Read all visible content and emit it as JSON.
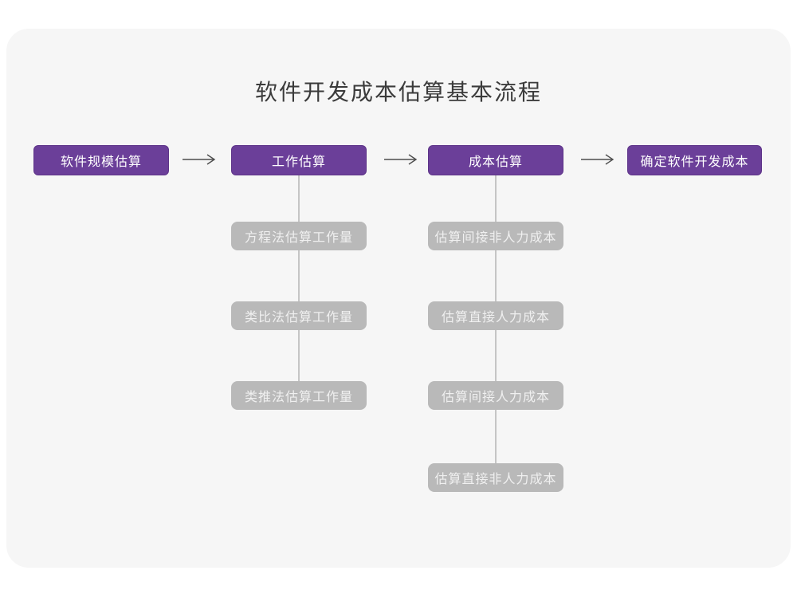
{
  "title": "软件开发成本估算基本流程",
  "colors": {
    "stage_box": "#6b3f99",
    "sub_box": "#b9b9b9",
    "connector_line": "#c5c5c5",
    "arrow": "#4d4d4d",
    "card_background": "#f6f6f6",
    "title_text": "#3b3b3b"
  },
  "flow": {
    "stages": [
      {
        "label": "软件规模估算",
        "substeps": []
      },
      {
        "label": "工作估算",
        "substeps": [
          "方程法估算工作量",
          "类比法估算工作量",
          "类推法估算工作量"
        ]
      },
      {
        "label": "成本估算",
        "substeps": [
          "估算间接非人力成本",
          "估算直接人力成本",
          "估算间接人力成本",
          "估算直接非人力成本"
        ]
      },
      {
        "label": "确定软件开发成本",
        "substeps": []
      }
    ]
  }
}
